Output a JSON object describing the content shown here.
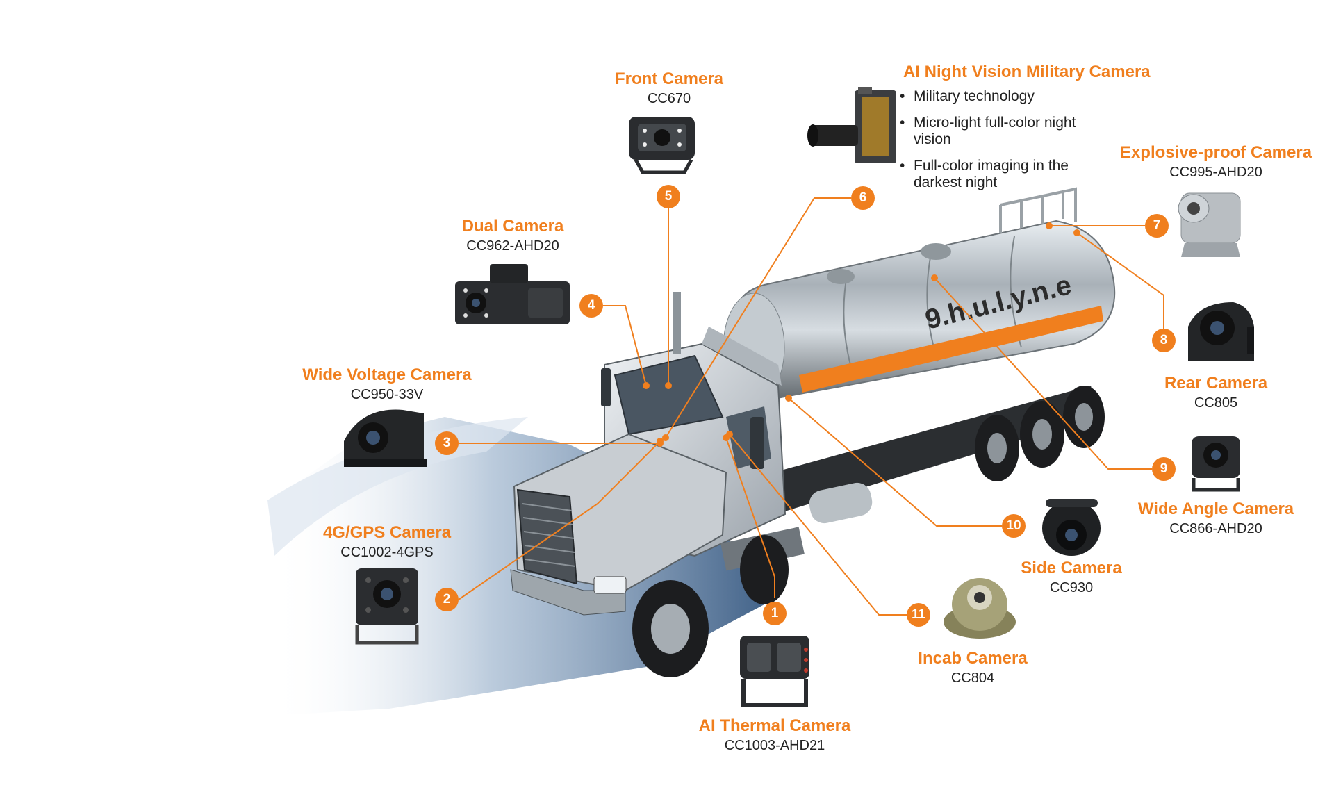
{
  "colors": {
    "accent": "#f07f1e",
    "text": "#222222",
    "truck_body": "#c9ced3",
    "tank": "#b5bcc2"
  },
  "truck": {
    "tank_text": "9.h.u.l.y.n.e"
  },
  "callouts": [
    {
      "number": "1",
      "title": "AI Thermal Camera",
      "model": "CC1003-AHD21",
      "icon": "dual-lens-camera-icon"
    },
    {
      "number": "2",
      "title": "4G/GPS Camera",
      "model": "CC1002-4GPS",
      "icon": "square-camera-icon"
    },
    {
      "number": "3",
      "title": "Wide Voltage Camera",
      "model": "CC950-33V",
      "icon": "side-mount-camera-icon"
    },
    {
      "number": "4",
      "title": "Dual Camera",
      "model": "CC962-AHD20",
      "icon": "dashcam-icon"
    },
    {
      "number": "5",
      "title": "Front Camera",
      "model": "CC670",
      "icon": "front-camera-icon"
    },
    {
      "number": "6",
      "title": "AI Night Vision Military Camera",
      "model": "",
      "icon": "military-camera-icon",
      "bullets": [
        "Military technology",
        "Micro-light full-color night vision",
        "Full-color imaging in the darkest night"
      ]
    },
    {
      "number": "7",
      "title": "Explosive-proof Camera",
      "model": "CC995-AHD20",
      "icon": "explosion-proof-camera-icon"
    },
    {
      "number": "8",
      "title": "Rear Camera",
      "model": "CC805",
      "icon": "rear-camera-icon"
    },
    {
      "number": "9",
      "title": "Wide Angle Camera",
      "model": "CC866-AHD20",
      "icon": "wide-angle-camera-icon"
    },
    {
      "number": "10",
      "title": "Side Camera",
      "model": "CC930",
      "icon": "dome-camera-icon"
    },
    {
      "number": "11",
      "title": "Incab Camera",
      "model": "CC804",
      "icon": "incab-dome-camera-icon"
    }
  ]
}
